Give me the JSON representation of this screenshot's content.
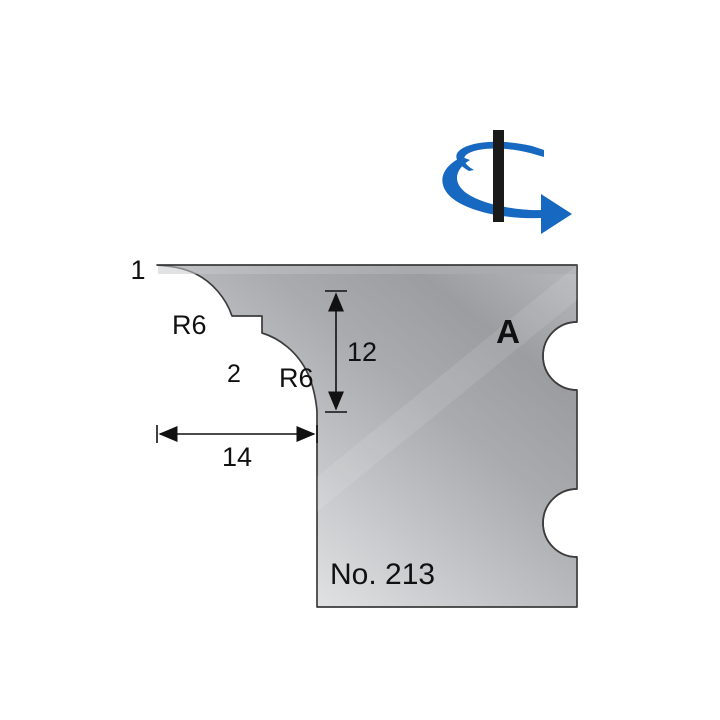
{
  "drawing": {
    "title": "No. 213",
    "part_number_label": "No. 213",
    "face_label": "A",
    "dimensions": {
      "top_flat": "1",
      "upper_radius": "R6",
      "step": "2",
      "lower_radius": "R6",
      "vertical_height": "12",
      "horizontal_width": "14"
    },
    "rotation_indicator": {
      "name": "rotation-direction-arrow",
      "direction": "clockwise-right",
      "arrow_color": "#1668c1",
      "spindle_color": "#1a1a1a"
    },
    "colors": {
      "body_light": "#efefef",
      "body_mid": "#b8babd",
      "body_dark": "#97999c",
      "outline": "#3c3c3c",
      "text": "#111111",
      "accent_blue": "#1668c1"
    },
    "geometry_notes": {
      "blade_left_x": "157",
      "blade_top_y": "265",
      "blade_right_x": "577",
      "blade_bottom_y": "607",
      "profile_step_x": "317",
      "profile_step_y": "412"
    }
  }
}
